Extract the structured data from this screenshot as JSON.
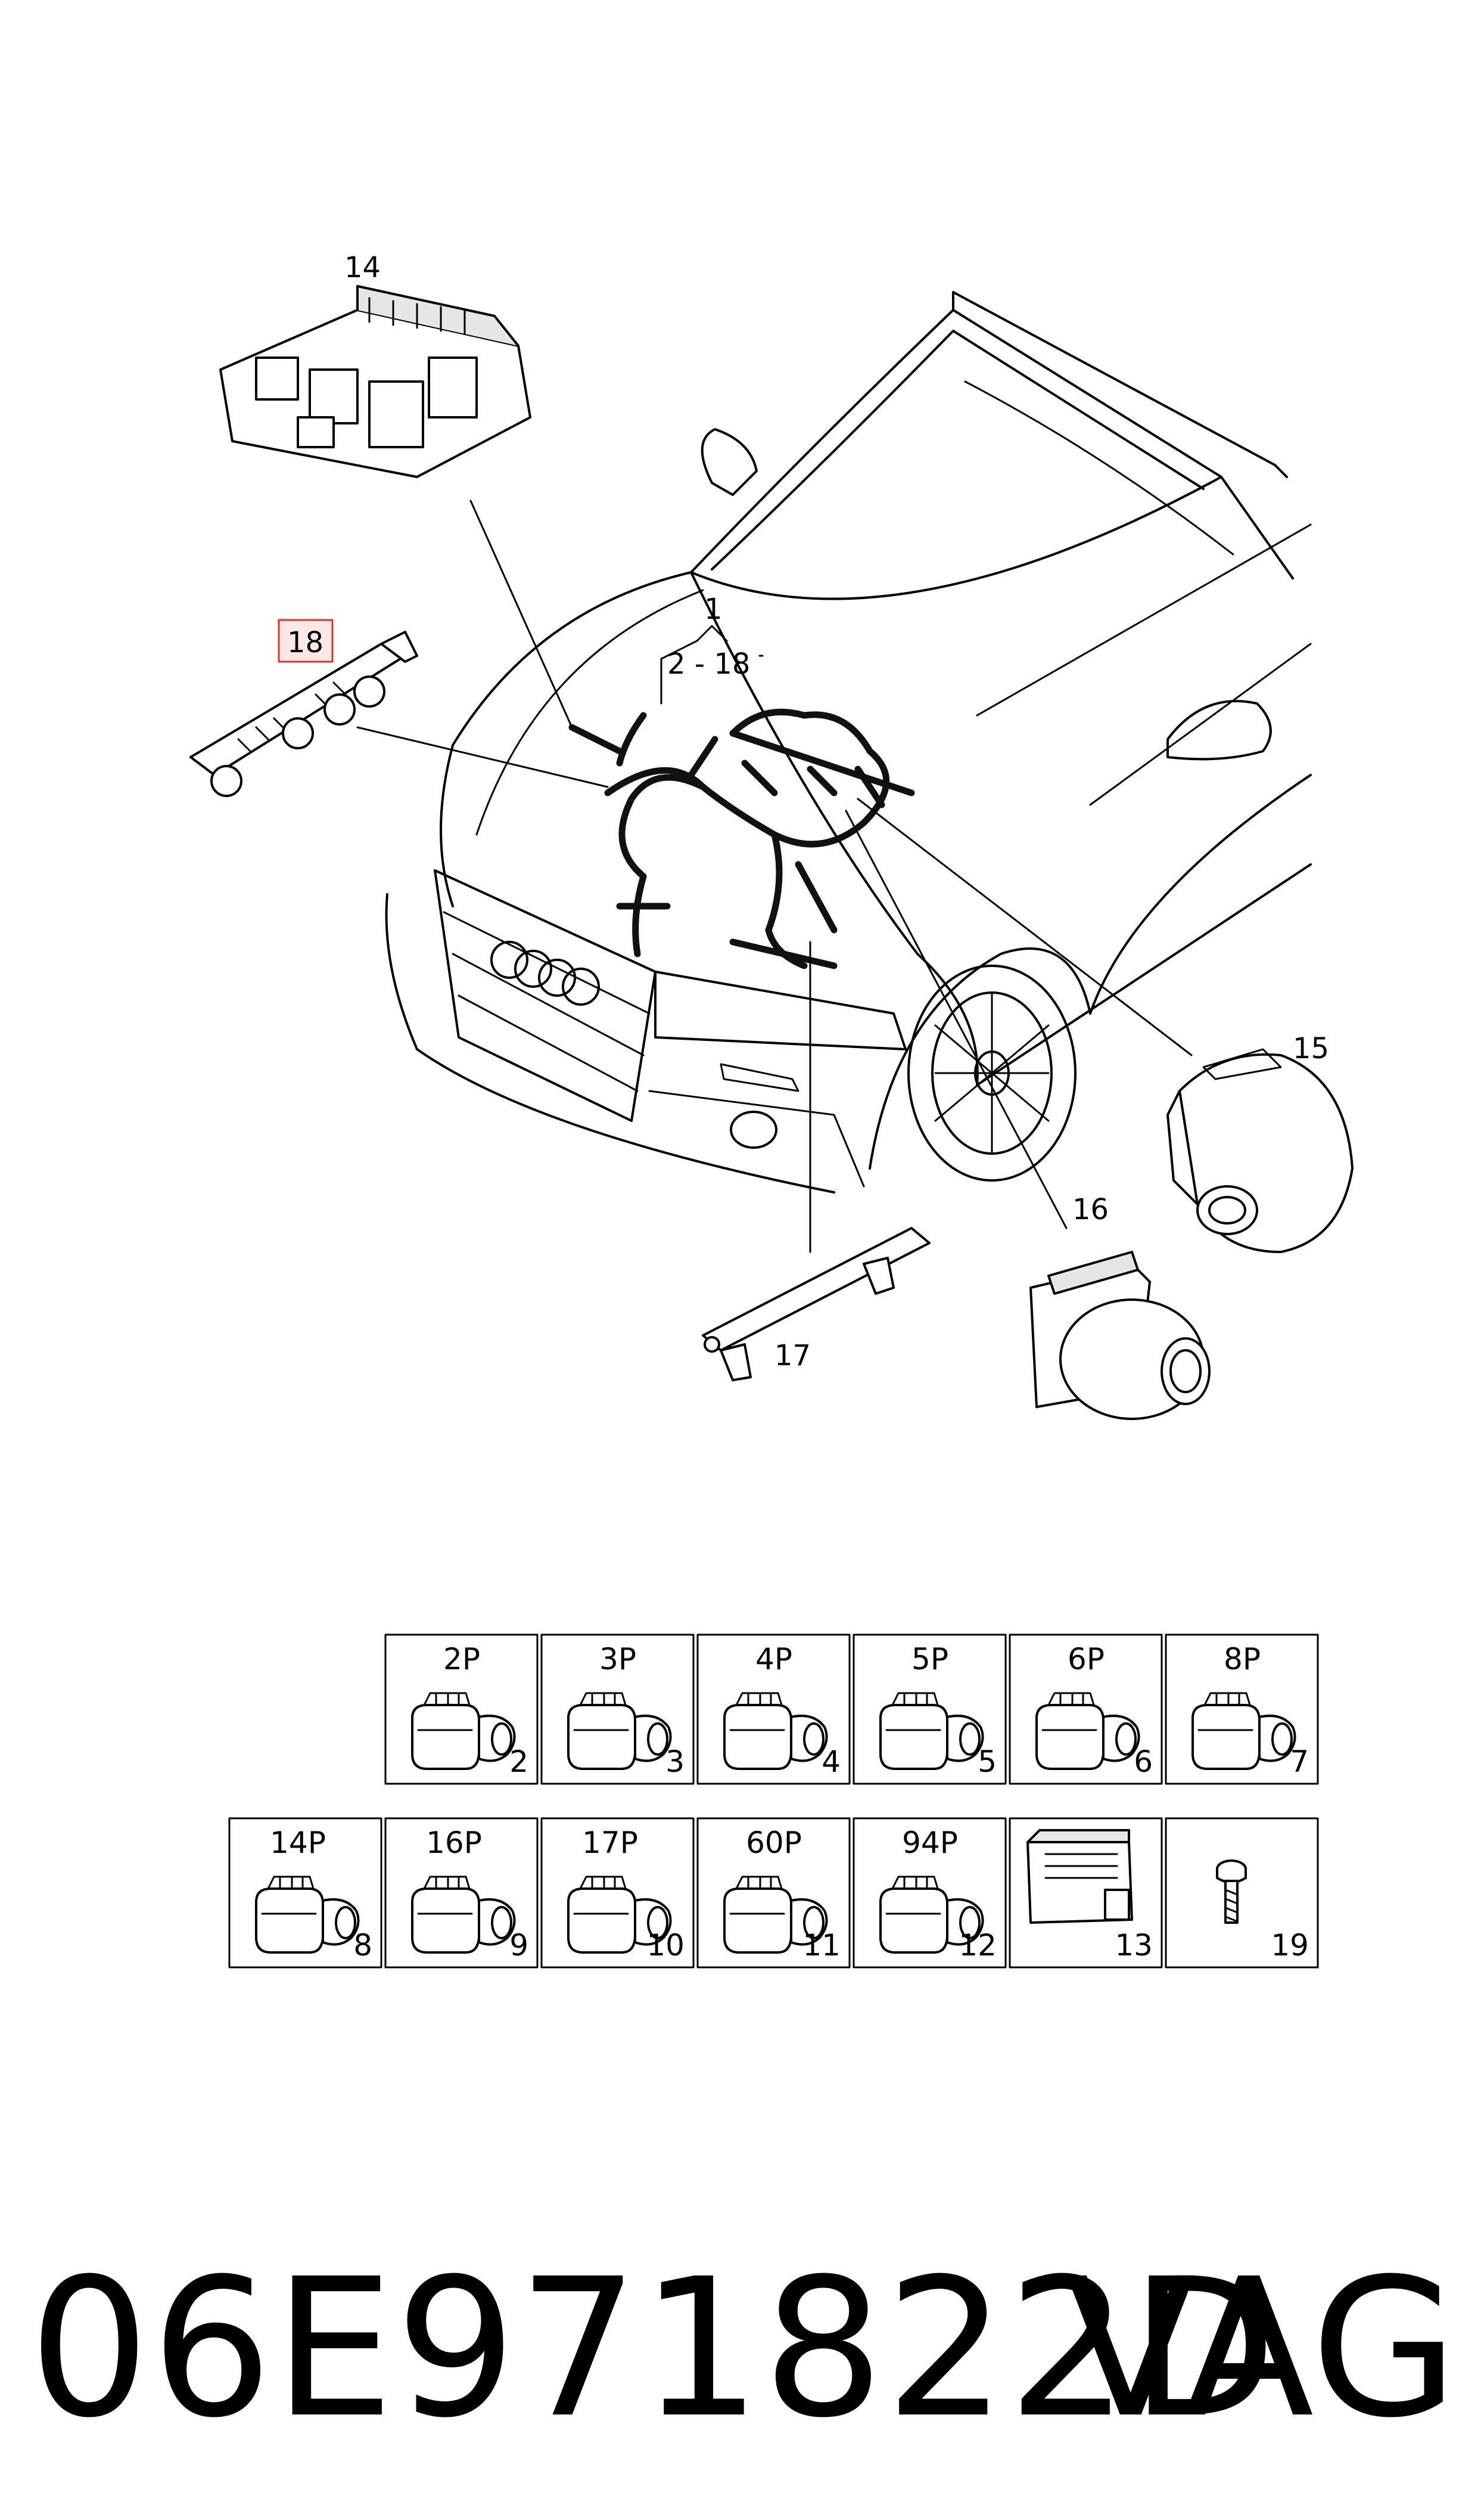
{
  "diagram": {
    "callouts": {
      "c1": "1",
      "c_range": "2 - 18",
      "c14": "14",
      "c15": "15",
      "c16": "16",
      "c17": "17",
      "c18": "18"
    },
    "connectors": [
      {
        "label": "2P",
        "number": "2"
      },
      {
        "label": "3P",
        "number": "3"
      },
      {
        "label": "4P",
        "number": "4"
      },
      {
        "label": "5P",
        "number": "5"
      },
      {
        "label": "6P",
        "number": "6"
      },
      {
        "label": "8P",
        "number": "7"
      },
      {
        "label": "14P",
        "number": "8"
      },
      {
        "label": "16P",
        "number": "9"
      },
      {
        "label": "17P",
        "number": "10"
      },
      {
        "label": "60P",
        "number": "11"
      },
      {
        "label": "94P",
        "number": "12"
      },
      {
        "label": "",
        "number": "13"
      },
      {
        "label": "",
        "number": "19"
      }
    ],
    "highlight_color": "#e0302a"
  },
  "footer": {
    "part_number": "06E971822D",
    "brand": "VAG"
  }
}
